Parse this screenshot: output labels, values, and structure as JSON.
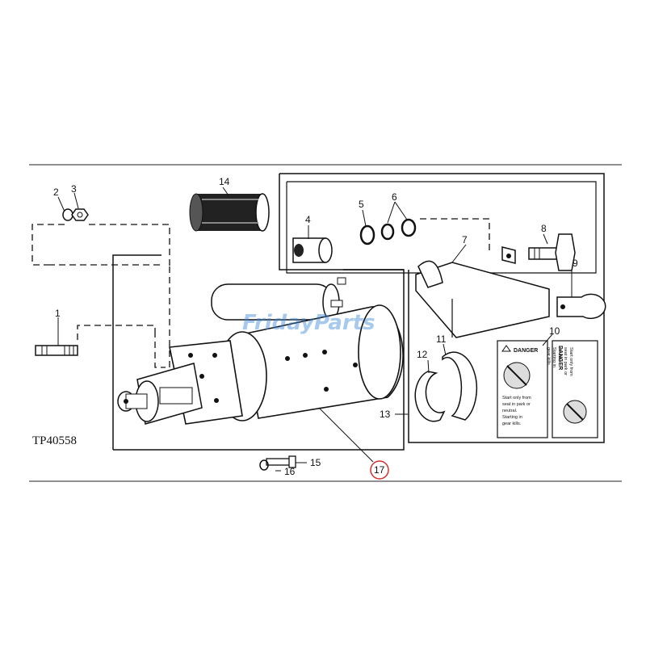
{
  "figure_id": "TP40558",
  "watermark": "FridayParts",
  "callouts": [
    "1",
    "2",
    "3",
    "4",
    "5",
    "6",
    "7",
    "8",
    "9",
    "10",
    "11",
    "12",
    "13",
    "14",
    "15",
    "16",
    "17"
  ],
  "highlighted_callout": "17",
  "decals": {
    "left": {
      "title": "DANGER",
      "lines": [
        "Start only from",
        "seat in park or",
        "neutral.",
        "Starting in",
        "gear kills."
      ]
    },
    "right": {
      "title": "DANGER",
      "lines": [
        "Start only from",
        "seat in park or",
        "neutral.",
        "Starting in",
        "gear kills."
      ]
    }
  },
  "colors": {
    "highlight": "#d32f2f",
    "watermark": "#3a87d6",
    "line": "#111111"
  }
}
